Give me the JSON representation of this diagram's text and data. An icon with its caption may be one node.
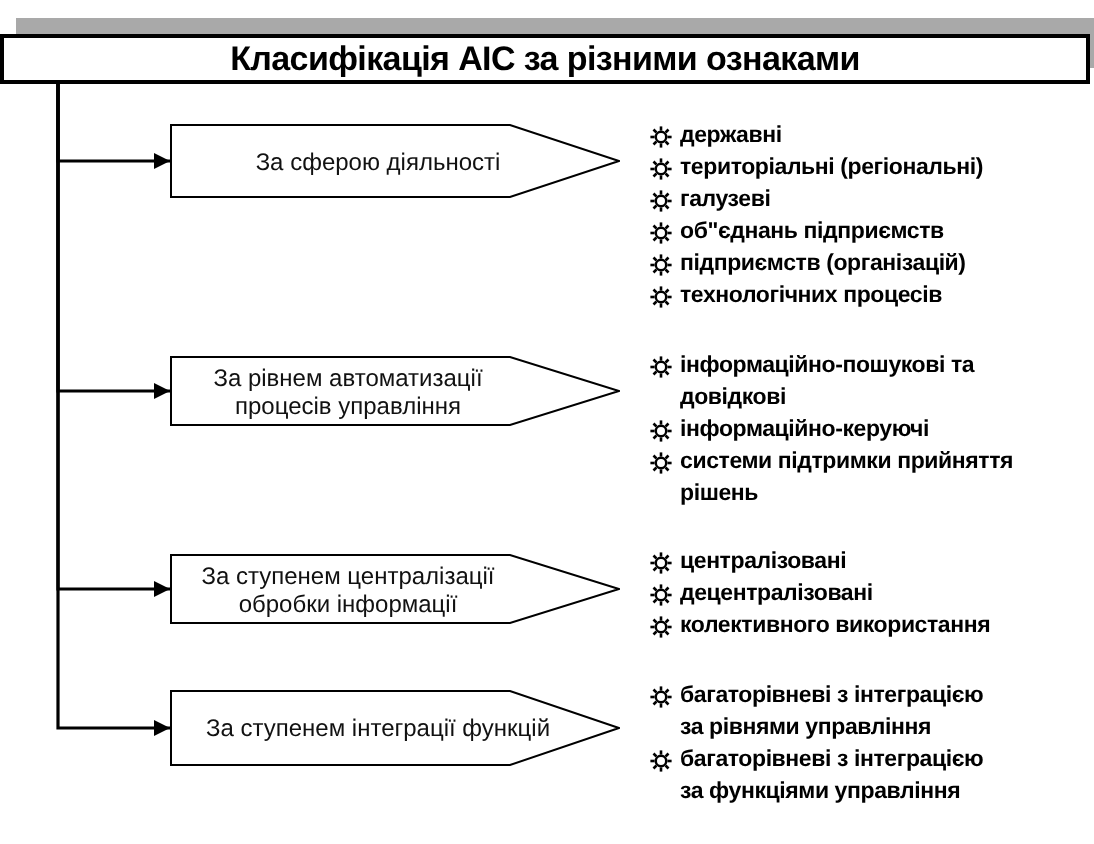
{
  "diagram": {
    "nodes": [
      {
        "text": [
          "Класифікація АІС за різними ознаками"
        ]
      },
      {
        "text": [
          "За сферою діяльності"
        ],
        "beside": [
          "державні",
          "територіальні (регіональні)",
          "галузеві",
          "об\"єднань підприємств",
          "підприємств (організацій)",
          "технологічних процесів"
        ]
      },
      {
        "text": [
          "За рівнем автоматизації процесів управління"
        ],
        "beside": [
          "інформаційно-пошукові та довідкові",
          "інформаційно-керуючі",
          "системи підтримки прийняття рішень"
        ]
      },
      {
        "text": [
          "За ступенем централізації обробки інформації"
        ],
        "beside": [
          "централізовані",
          "децентралізовані",
          "колективного використання"
        ]
      },
      {
        "text": [
          "За ступенем інтеграції функцій"
        ],
        "beside": [
          "багаторівневі з інтеграцією за рівнями управління",
          "багаторівневі з інтеграцією за функціями управління"
        ]
      }
    ],
    "edges": [
      {
        "from": 0,
        "to": 1,
        "arrow": "to"
      },
      {
        "from": 0,
        "to": 2,
        "arrow": "to"
      },
      {
        "from": 0,
        "to": 3,
        "arrow": "to"
      },
      {
        "from": 0,
        "to": 4,
        "arrow": "to"
      }
    ]
  }
}
